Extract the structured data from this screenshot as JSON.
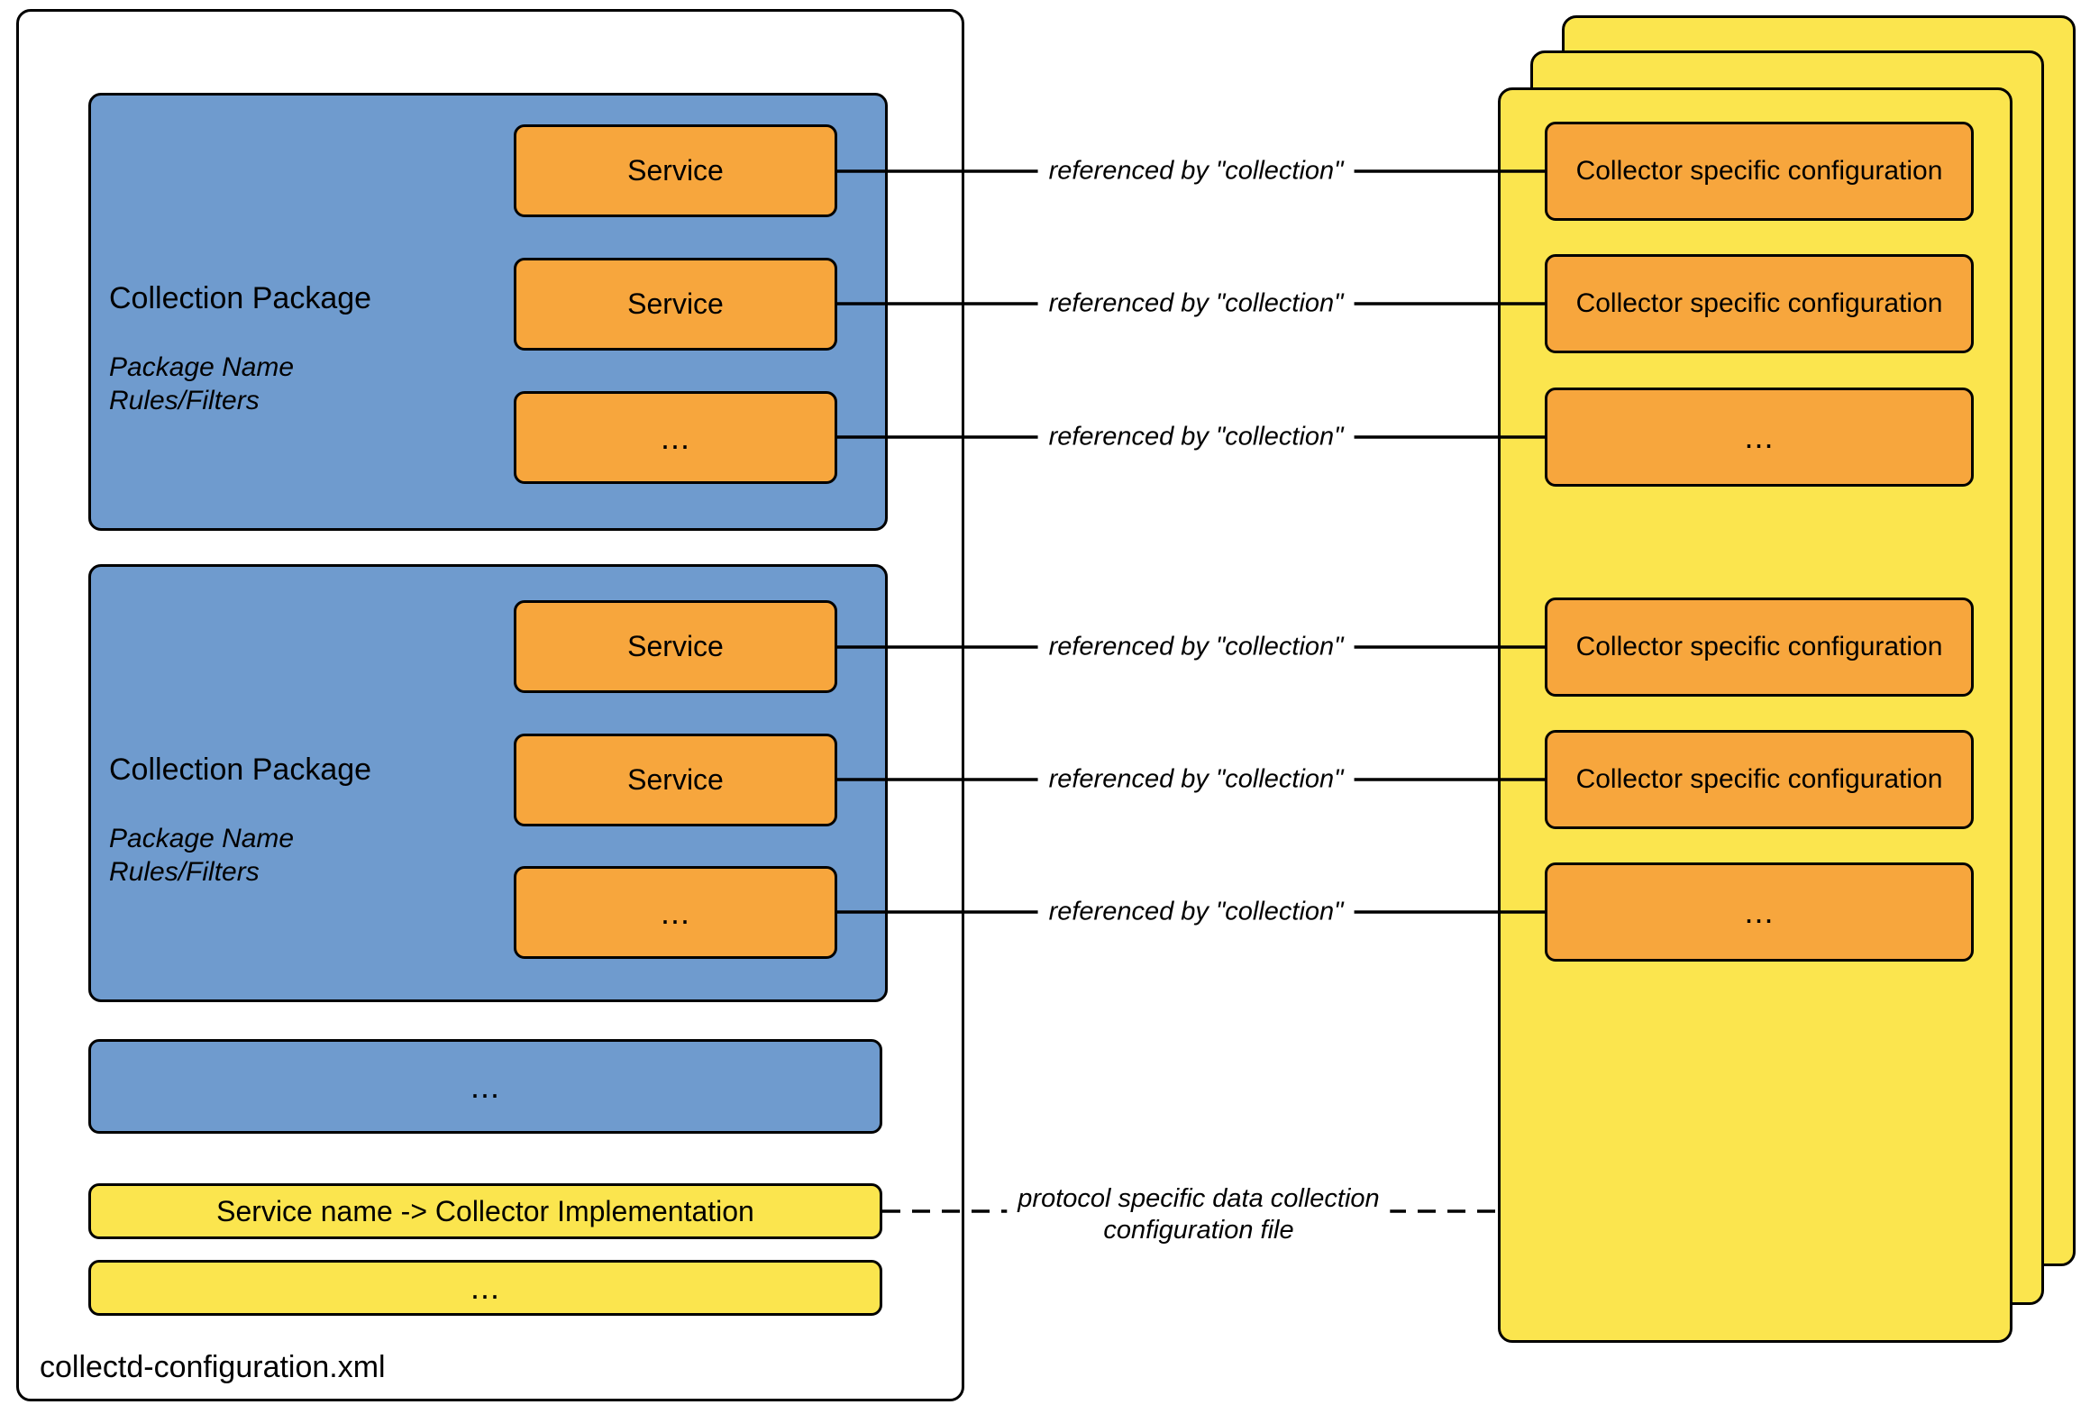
{
  "diagram": {
    "file_label": "collectd-configuration.xml",
    "packages": [
      {
        "title": "Collection Package",
        "package_name": "Package Name",
        "rules_filters": "Rules/Filters",
        "services": [
          {
            "label": "Service"
          },
          {
            "label": "Service"
          },
          {
            "label": "..."
          }
        ]
      },
      {
        "title": "Collection Package",
        "package_name": "Package Name",
        "rules_filters": "Rules/Filters",
        "services": [
          {
            "label": "Service"
          },
          {
            "label": "Service"
          },
          {
            "label": "..."
          }
        ]
      }
    ],
    "more_packages_label": "...",
    "mapping_label": "Service name -> Collector Implementation",
    "more_mappings_label": "...",
    "collector_boxes": [
      {
        "label": "Collector specific configuration"
      },
      {
        "label": "Collector specific configuration"
      },
      {
        "label": "..."
      },
      {
        "label": "Collector specific configuration"
      },
      {
        "label": "Collector specific configuration"
      },
      {
        "label": "..."
      }
    ],
    "reference_labels": [
      "referenced by \"collection\"",
      "referenced by \"collection\"",
      "referenced by \"collection\"",
      "referenced by \"collection\"",
      "referenced by \"collection\"",
      "referenced by \"collection\""
    ],
    "protocol_label": {
      "line1": "protocol specific data collection",
      "line2": "configuration file"
    },
    "colors": {
      "package_blue": "#6F9BCE",
      "box_orange": "#F7A63D",
      "page_yellow": "#FBE54E",
      "border_black": "#000000",
      "background": "#FFFFFF"
    }
  }
}
